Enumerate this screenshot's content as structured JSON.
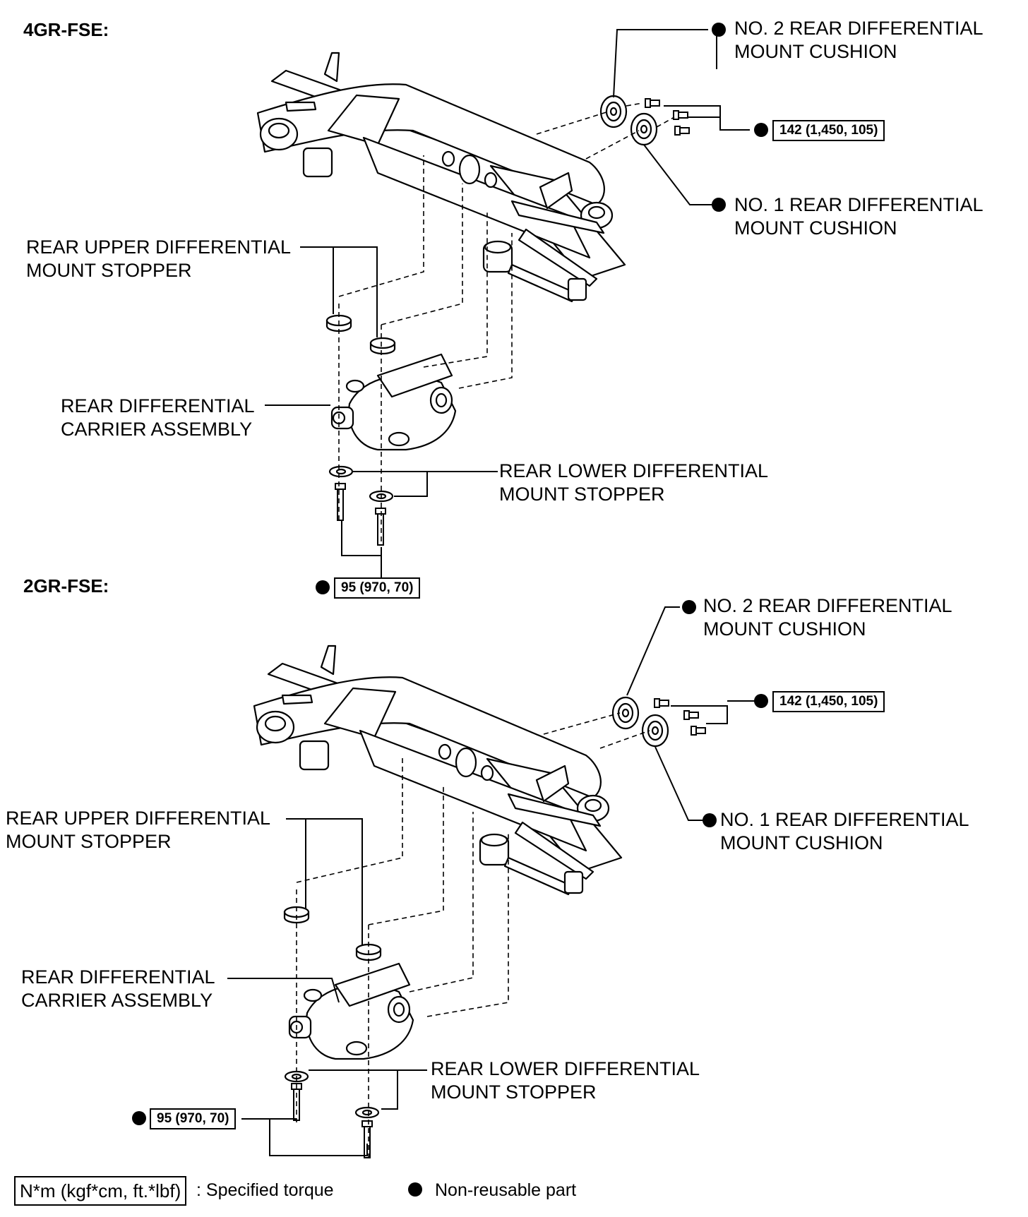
{
  "sections": [
    {
      "header": "4GR-FSE:",
      "no2_label": [
        "NO. 2 REAR DIFFERENTIAL",
        "MOUNT CUSHION"
      ],
      "no1_label": [
        "NO. 1 REAR DIFFERENTIAL",
        "MOUNT CUSHION"
      ],
      "upper_stopper_label": [
        "REAR UPPER DIFFERENTIAL",
        "MOUNT STOPPER"
      ],
      "carrier_label": [
        "REAR DIFFERENTIAL",
        "CARRIER ASSEMBLY"
      ],
      "lower_stopper_label": [
        "REAR LOWER DIFFERENTIAL",
        "MOUNT STOPPER"
      ],
      "torque_cushion": "142 (1,450, 105)",
      "torque_bolt": "95 (970, 70)"
    },
    {
      "header": "2GR-FSE:",
      "no2_label": [
        "NO. 2 REAR DIFFERENTIAL",
        "MOUNT CUSHION"
      ],
      "no1_label": [
        "NO. 1 REAR DIFFERENTIAL",
        "MOUNT CUSHION"
      ],
      "upper_stopper_label": [
        "REAR UPPER DIFFERENTIAL",
        "MOUNT STOPPER"
      ],
      "carrier_label": [
        "REAR DIFFERENTIAL",
        "CARRIER ASSEMBLY"
      ],
      "lower_stopper_label": [
        "REAR LOWER DIFFERENTIAL",
        "MOUNT STOPPER"
      ],
      "torque_cushion": "142 (1,450, 105)",
      "torque_bolt": "95 (970, 70)"
    }
  ],
  "legend": {
    "torque_unit": "N*m (kgf*cm, ft.*lbf)",
    "torque_text": ": Specified torque",
    "nonreusable_text": "Non-reusable part"
  }
}
